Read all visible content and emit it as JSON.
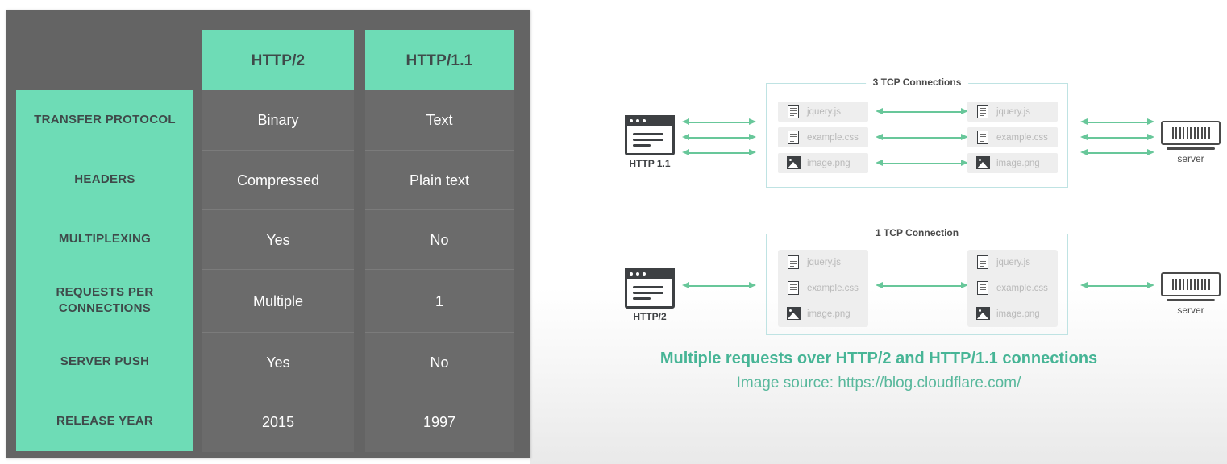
{
  "comparison_table": {
    "column_headers": [
      "HTTP/2",
      "HTTP/1.1"
    ],
    "rows": [
      {
        "label": "TRANSFER PROTOCOL",
        "http2": "Binary",
        "http11": "Text"
      },
      {
        "label": "HEADERS",
        "http2": "Compressed",
        "http11": "Plain text"
      },
      {
        "label": "MULTIPLEXING",
        "http2": "Yes",
        "http11": "No"
      },
      {
        "label": "REQUESTS PER CONNECTIONS",
        "http2": "Multiple",
        "http11": "1"
      },
      {
        "label": "SERVER PUSH",
        "http2": "Yes",
        "http11": "No"
      },
      {
        "label": "RELEASE YEAR",
        "http2": "2015",
        "http11": "1997"
      }
    ],
    "colors": {
      "panel_background": "#646464",
      "accent_green": "#6edcb6",
      "cell_background": "#6b6b6b",
      "cell_text": "#ffffff",
      "accent_text": "#3f4a4a"
    }
  },
  "diagram": {
    "rows": [
      {
        "client_label": "HTTP 1.1",
        "connection_label": "3 TCP Connections",
        "server_label": "server",
        "files": [
          "jquery.js",
          "example.css",
          "image.png"
        ],
        "arrow_count": 3
      },
      {
        "client_label": "HTTP/2",
        "connection_label": "1 TCP Connection",
        "server_label": "server",
        "files": [
          "jquery.js",
          "example.css",
          "image.png"
        ],
        "arrow_count": 1
      }
    ],
    "colors": {
      "arrow_green": "#68c79a",
      "box_border": "#bfe3e3",
      "file_chip": "#eeeeee",
      "icon_dark": "#3d4043"
    }
  },
  "caption": {
    "title": "Multiple requests over HTTP/2 and HTTP/1.1 connections",
    "source": "Image source: https://blog.cloudflare.com/"
  }
}
